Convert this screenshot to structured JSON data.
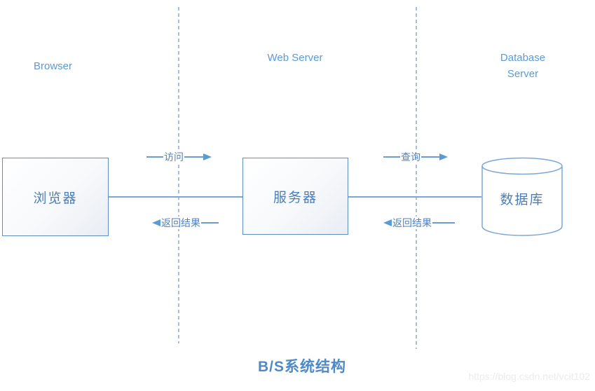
{
  "title": "B/S系统结构",
  "watermark": "https://blog.csdn.net/vcit102",
  "lanes": {
    "browser": "Browser",
    "web_server": "Web Server",
    "database_server": "Database Server"
  },
  "nodes": {
    "browser": "浏览器",
    "web_server": "服务器",
    "database": "数据库"
  },
  "arrows": {
    "access": "访问",
    "return_result_left": "返回结果",
    "query": "查询",
    "return_result_right": "返回结果"
  },
  "colors": {
    "accent_text": "#5B9BD5",
    "node_text": "#4A7EBB",
    "node_border": "#5E8FBF",
    "connector_line": "#7BA7D7",
    "separator": "#A9BFD3",
    "arrow": "#5B9BD5",
    "title_text": "#4E8AC8",
    "watermark_text": "#EBEBEB"
  }
}
